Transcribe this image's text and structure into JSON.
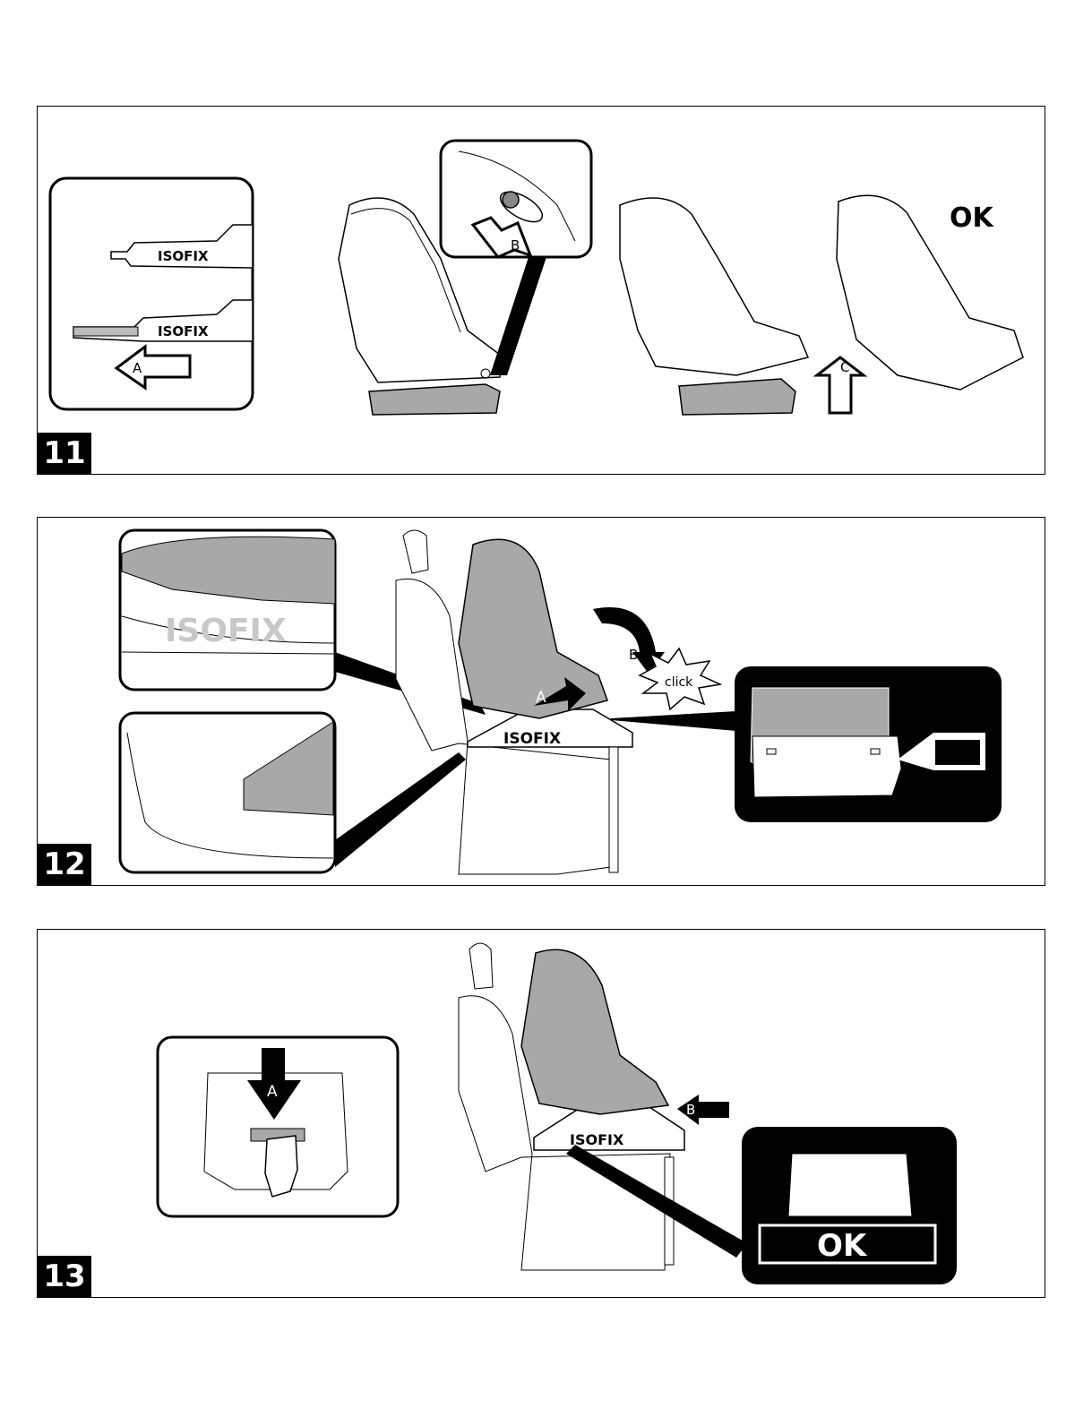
{
  "steps": [
    {
      "number": "11",
      "isofix_logo": "ISOFIX",
      "arrow_a": "A",
      "arrow_b": "B",
      "arrow_c": "C",
      "ok_label": "OK"
    },
    {
      "number": "12",
      "isofix_logo": "ISOFIX",
      "arrow_a": "A",
      "arrow_b": "B",
      "click_label": "click"
    },
    {
      "number": "13",
      "isofix_logo": "ISOFIX",
      "arrow_a": "A",
      "arrow_b": "B",
      "ok_label": "OK"
    }
  ],
  "colors": {
    "line": "#000000",
    "seat_fill": "#a8a8a8",
    "base_fill": "#b0b0b0",
    "background": "#ffffff"
  }
}
